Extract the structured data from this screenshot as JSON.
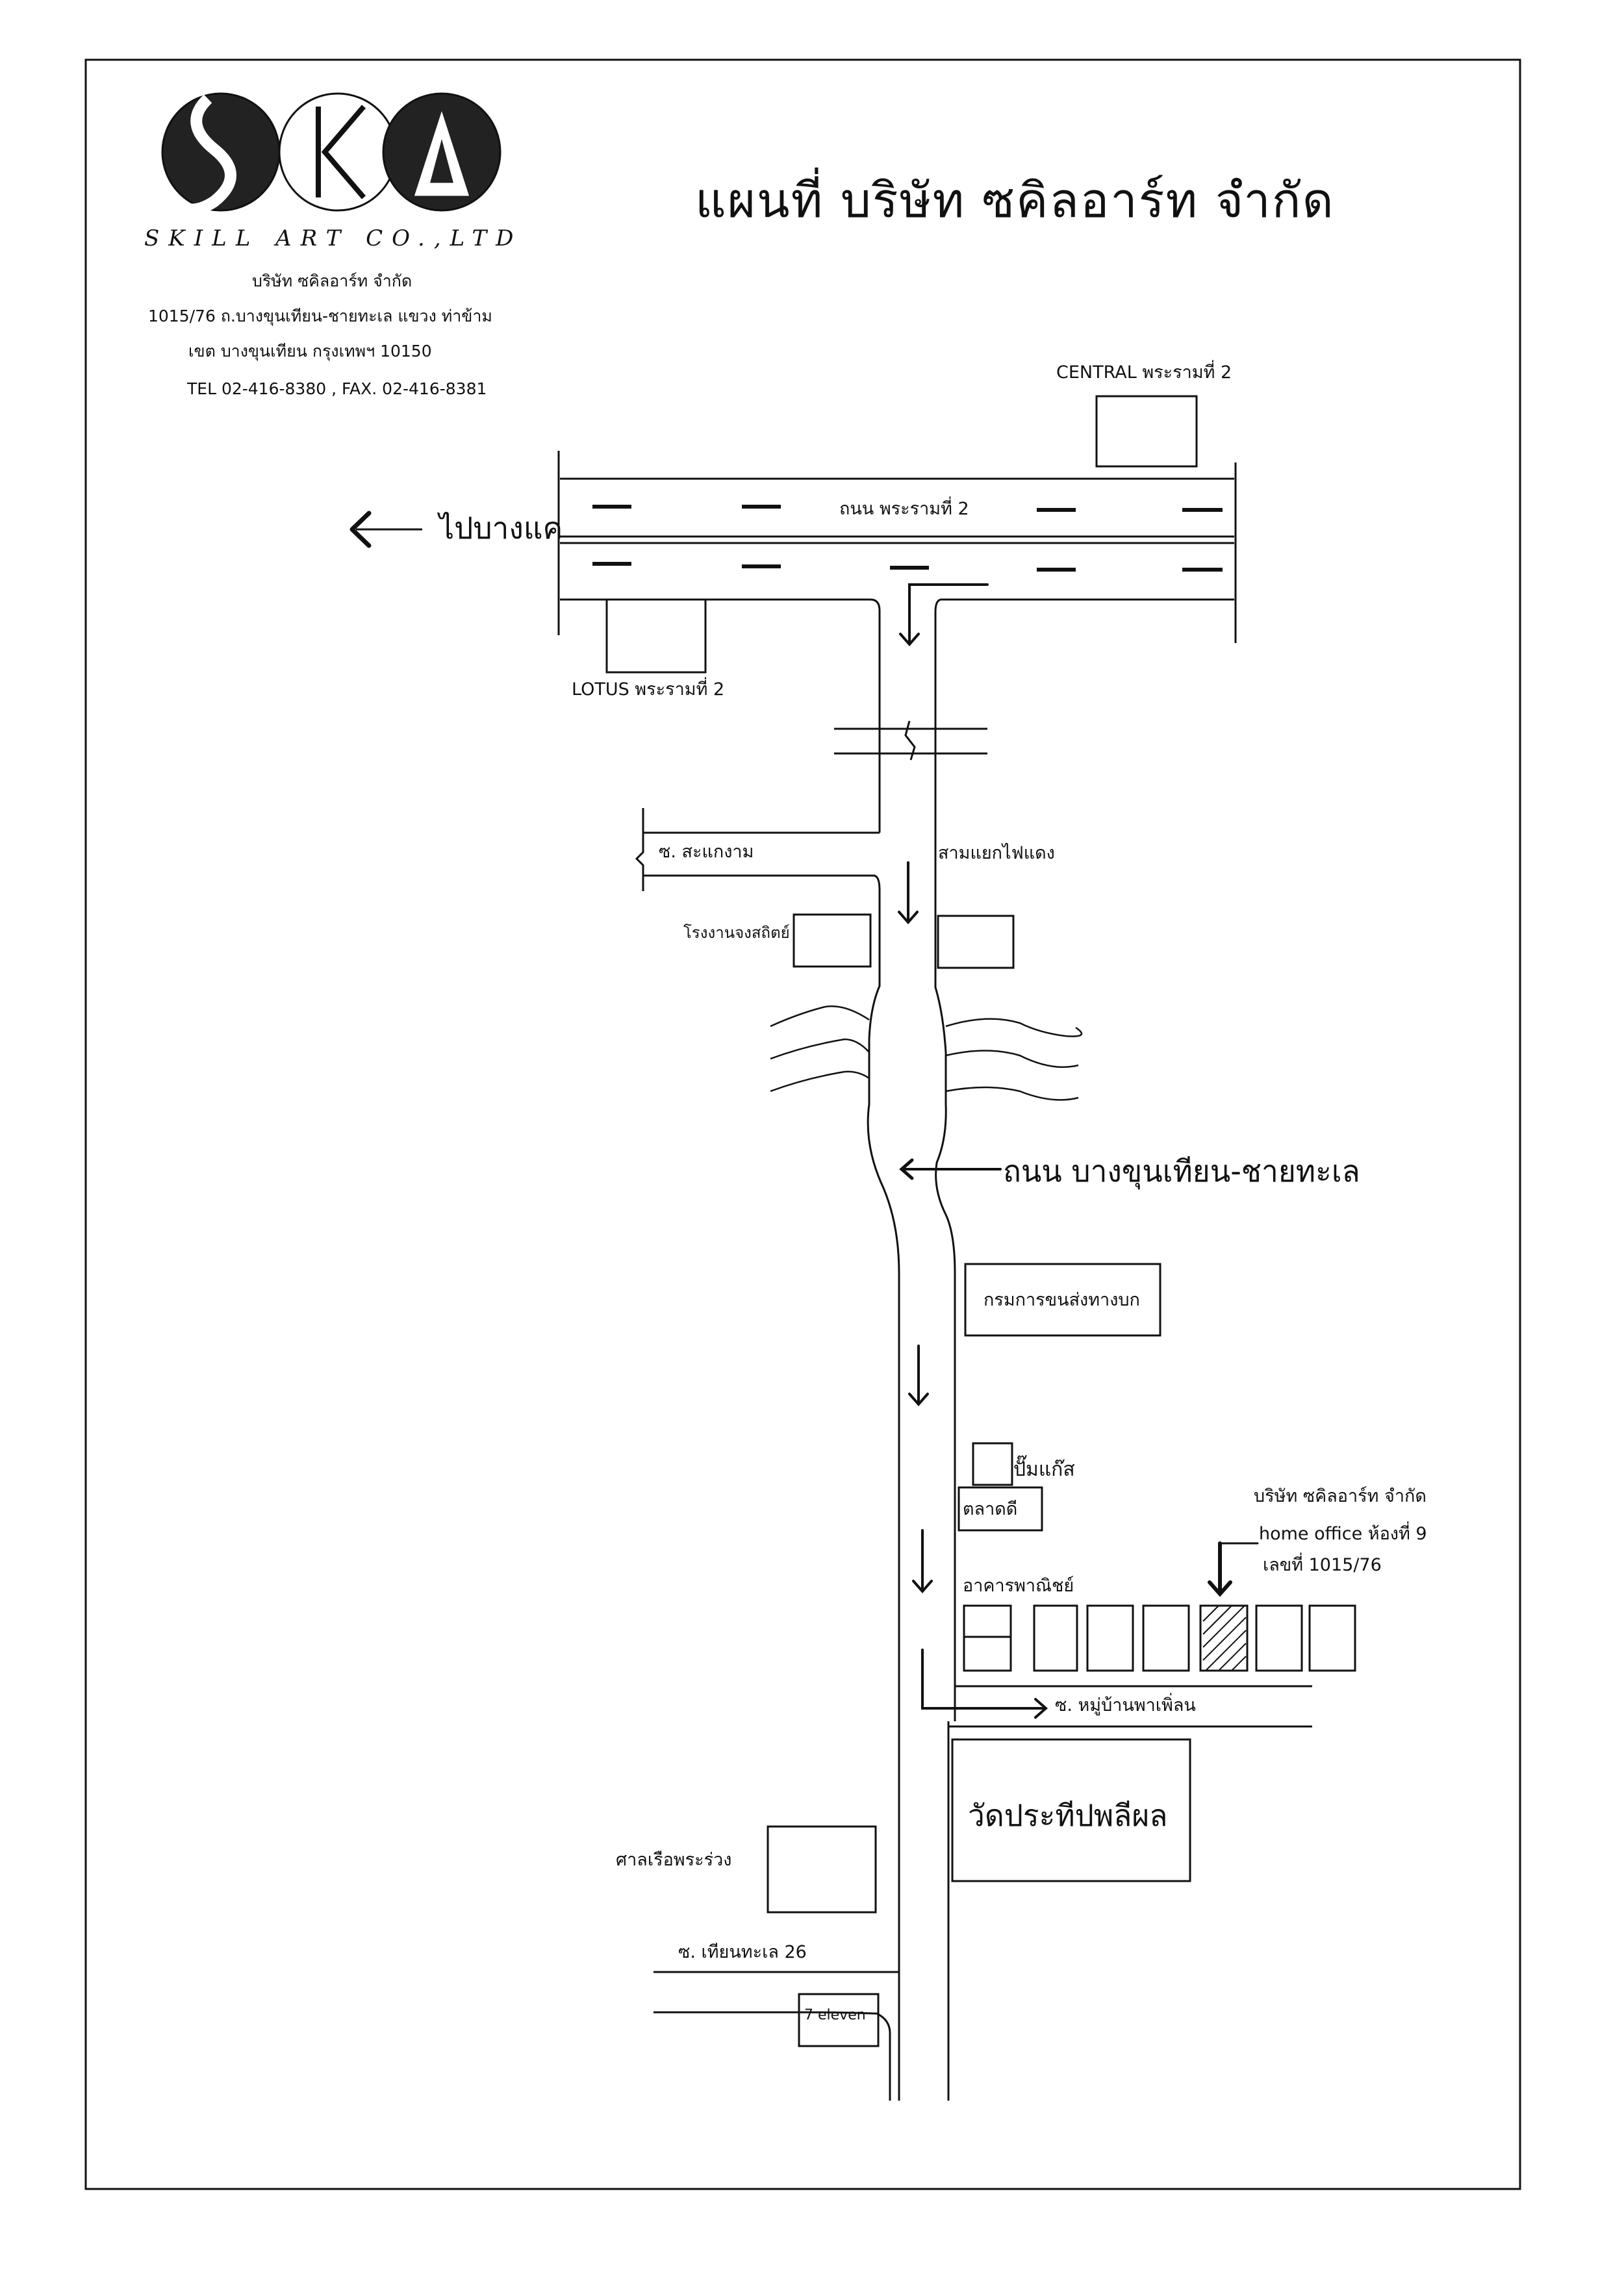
{
  "header": {
    "title": "แผนที่ บริษัท ซคิลอาร์ท จำกัด",
    "logo_text": "SKA",
    "logo_tagline": "SKILL ART CO.,LTD",
    "company_name": "บริษัท ซคิลอาร์ท จำกัด",
    "address_line1": "1015/76 ถ.บางขุนเทียน-ชายทะเล แขวง ท่าข้าม",
    "address_line2": "เขต บางขุนเทียน กรุงเทพฯ 10150",
    "phone_fax": "TEL 02-416-8380 , FAX. 02-416-8381"
  },
  "roads": {
    "rama2": "ถนน พระรามที่ 2",
    "to_bangkhae": "ไปบางแค",
    "bangkhunthian": "ถนน บางขุนเทียน-ชายทะเล",
    "soi_sakaengam": "ซ. สะแกงาม",
    "intersection": "สามแยกไฟแดง",
    "soi_paphoen": "ซ. หมู่บ้านพาเพิ่ลน",
    "soi_thianthale26": "ซ. เทียนทะเล 26"
  },
  "landmarks": {
    "central": "CENTRAL พระรามที่ 2",
    "lotus": "LOTUS พระรามที่ 2",
    "factory": "โรงงานจงสถิตย์",
    "land_transport": "กรมการขนส่งทางบก",
    "gas_station": "ปั๊มแก๊ส",
    "market": "ตลาดดี",
    "commercial": "อาคารพาณิชย์",
    "temple": "วัดประทีปพลีผล",
    "shrine": "ศาลเรือพระร่วง",
    "seven_eleven": "7 eleven"
  },
  "destination": {
    "company": "บริษัท ซคิลอาร์ท จำกัด",
    "office": "home office ห้องที่ 9",
    "number": "เลขที่ 1015/76"
  }
}
